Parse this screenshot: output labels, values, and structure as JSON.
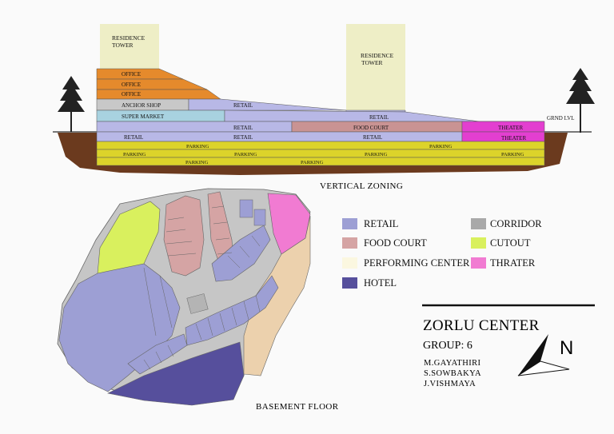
{
  "section": {
    "title": "VERTICAL ZONING",
    "towers": [
      "RESIDENCE\nTOWER",
      "RESIDENCE\nTOWER"
    ],
    "ground_level_label": "GRND LVL",
    "rows": {
      "office": [
        "OFFICE",
        "OFFICE",
        "OFFICE"
      ],
      "anchor_shop": "ANCHOR SHOP",
      "retail": "RETAIL",
      "super_market": "SUPER MARKET",
      "food_court": "FOOD COURT",
      "theater": "THEATER",
      "parking": "PARKING"
    }
  },
  "plan": {
    "title": "BASEMENT FLOOR"
  },
  "legend": [
    {
      "label": "RETAIL",
      "color": "#9d9fd4"
    },
    {
      "label": "FOOD COURT",
      "color": "#d5a4a4"
    },
    {
      "label": "PERFORMING CENTER",
      "color": "#fbf7e0"
    },
    {
      "label": "HOTEL",
      "color": "#564f9c"
    },
    {
      "label": "CORRIDOR",
      "color": "#a9a9a9"
    },
    {
      "label": "CUTOUT",
      "color": "#d9f05e"
    },
    {
      "label": "THRATER",
      "color": "#f17bd2"
    }
  ],
  "title_block": {
    "project": "ZORLU CENTER",
    "group": "GROUP: 6",
    "members": [
      "M.GAYATHIRI",
      "S.SOWBAKYA",
      "J.VISHMAYA"
    ],
    "north": "N"
  },
  "colors": {
    "office": "#e58a2c",
    "anchor_shop": "#c8c8c8",
    "retail": "#b8b8e6",
    "super_market": "#a8d2e0",
    "food_court": "#c99393",
    "theater": "#e33fd0",
    "parking": "#dcd32a",
    "earth": "#6b3a1e",
    "tower": "#eeeec6"
  }
}
